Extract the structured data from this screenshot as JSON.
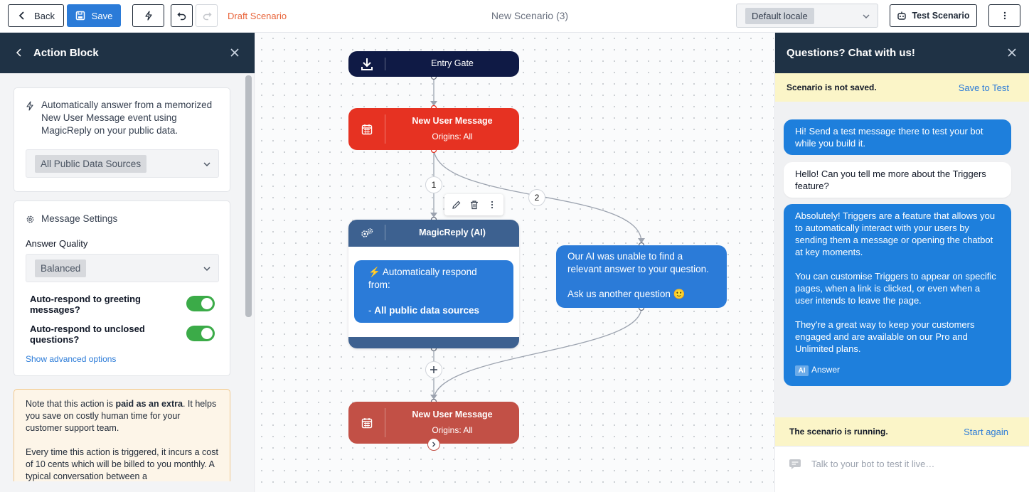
{
  "topbar": {
    "back_label": "Back",
    "save_label": "Save",
    "draft_label": "Draft Scenario",
    "scenario_title": "New Scenario (3)",
    "locale_value": "Default locale",
    "test_label": "Test Scenario"
  },
  "left_panel": {
    "title": "Action Block",
    "description": "Automatically answer from a memorized New User Message event using MagicReply on your public data.",
    "data_source_value": "All Public Data Sources",
    "settings_title": "Message Settings",
    "answer_quality_label": "Answer Quality",
    "answer_quality_value": "Balanced",
    "toggle_greeting_label": "Auto-respond to greeting messages?",
    "toggle_greeting_on": true,
    "toggle_unclosed_label": "Auto-respond to unclosed questions?",
    "toggle_unclosed_on": true,
    "advanced_link": "Show advanced options",
    "note_prefix": "Note that this action is ",
    "note_bold": "paid as an extra",
    "note_suffix": ". It helps you save on costly human time for your customer support team.",
    "note_p2": "Every time this action is triggered, it incurs a cost of 10 cents which will be billed to you monthly. A typical conversation between a"
  },
  "canvas": {
    "entry_label": "Entry Gate",
    "node1_title": "New User Message",
    "node1_sub": "Origins: All",
    "badge_1": "1",
    "badge_2": "2",
    "magic_title": "MagicReply (AI)",
    "magic_line1": "⚡ Automatically respond from:",
    "magic_line2_prefix": "- ",
    "magic_line2_bold": "All public data sources",
    "fallback_line1": "Our AI was unable to find a relevant answer to your question.",
    "fallback_line2": "Ask us another question 🙂",
    "node3_title": "New User Message",
    "node3_sub": "Origins: All"
  },
  "right_panel": {
    "title": "Questions? Chat with us!",
    "banner_text": "Scenario is not saved.",
    "banner_action": "Save to Test",
    "messages": [
      {
        "role": "bot",
        "text": "Hi! Send a test message there to test your bot while you build it."
      },
      {
        "role": "user",
        "text": "Hello! Can you tell me more about the Triggers feature?"
      },
      {
        "role": "bot",
        "p1": "Absolutely! Triggers are a feature that allows you to automatically interact with your users by sending them a message or opening the chatbot at key moments.",
        "p2": "You can customise Triggers to appear on specific pages, when a link is clicked, or even when a user intends to leave the page.",
        "p3": "They're a great way to keep your customers engaged and are available on our Pro and Unlimited plans.",
        "tag": "AI",
        "tag_label": "Answer"
      }
    ],
    "running_text": "The scenario is running.",
    "running_action": "Start again",
    "composer_placeholder": "Talk to your bot to test it live…"
  },
  "colors": {
    "primary": "#2b7bd8",
    "header_dark": "#1f3245",
    "entry_node": "#0f1a45",
    "trigger_node": "#e63222",
    "magic_node": "#3d6190",
    "toggle_on": "#3bab48",
    "draft_orange": "#e8643a"
  }
}
